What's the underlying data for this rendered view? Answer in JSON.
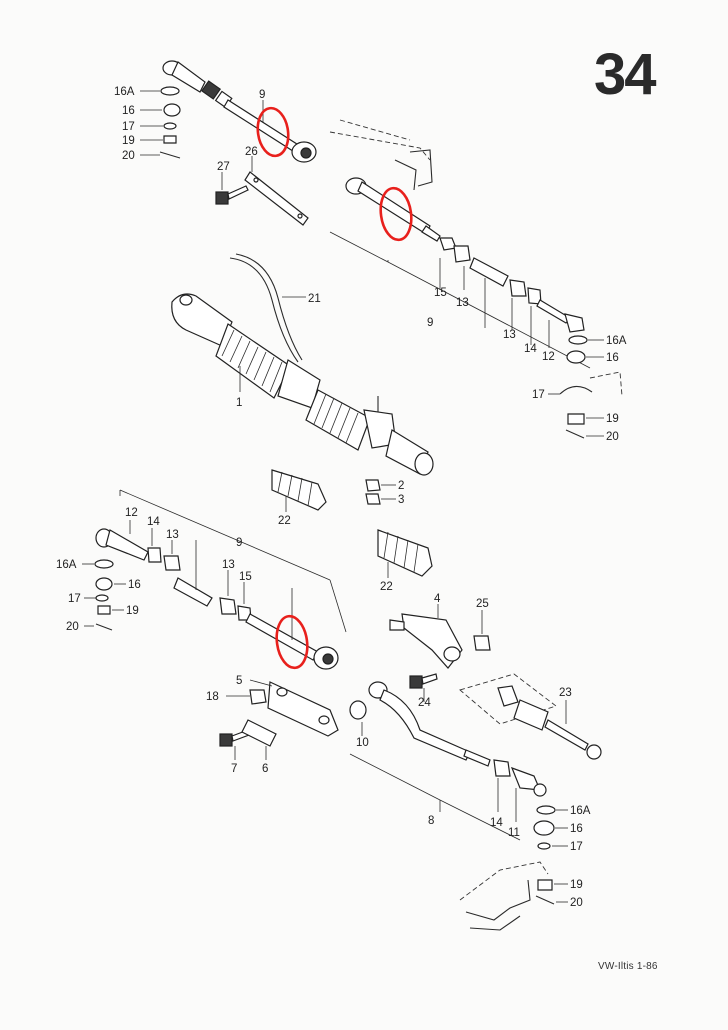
{
  "page": {
    "number": "34",
    "footer": "VW-Iltis  1-86"
  },
  "labels": {
    "l16A_a": "16A",
    "l16_a": "16",
    "l17_a": "17",
    "l19_a": "19",
    "l20_a": "20",
    "l9_a": "9",
    "l26": "26",
    "l27": "27",
    "l21": "21",
    "l1": "1",
    "l15_a": "15",
    "l13_a": "13",
    "l9_b": "9",
    "l13_b": "13",
    "l14_a": "14",
    "l12_a": "12",
    "l16A_b": "16A",
    "l16_b": "16",
    "l17_b": "17",
    "l19_b": "19",
    "l20_b": "20",
    "l2": "2",
    "l3": "3",
    "l22_a": "22",
    "l22_b": "22",
    "l12_b": "12",
    "l14_b": "14",
    "l13_c": "13",
    "l9_c": "9",
    "l16A_c": "16A",
    "l16_c": "16",
    "l17_c": "17",
    "l19_c": "19",
    "l20_c": "20",
    "l13_d": "13",
    "l15_b": "15",
    "l4": "4",
    "l25": "25",
    "l5": "5",
    "l18": "18",
    "l24": "24",
    "l23": "23",
    "l10": "10",
    "l7": "7",
    "l6": "6",
    "l8": "8",
    "l14_c": "14",
    "l11": "11",
    "l16A_d": "16A",
    "l16_d": "16",
    "l17_d": "17",
    "l19_d": "19",
    "l20_d": "20"
  },
  "colors": {
    "ink": "#222222",
    "paper": "#fbfbfa",
    "marker": "#e8201c"
  }
}
